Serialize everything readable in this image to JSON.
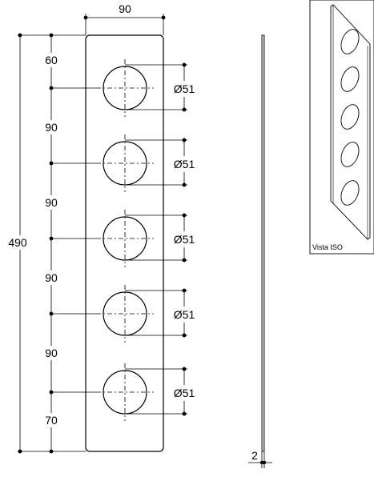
{
  "drawing": {
    "top_width_label": "90",
    "overall_height_label": "490",
    "thickness_label": "2",
    "vertical_spacing_labels": [
      "60",
      "90",
      "90",
      "90",
      "90",
      "70"
    ],
    "hole_diameter_labels": [
      "Ø51",
      "Ø51",
      "Ø51",
      "Ø51",
      "Ø51"
    ],
    "iso_view_label": "Vista ISO",
    "line_color": "#000000",
    "background_color": "#ffffff"
  }
}
